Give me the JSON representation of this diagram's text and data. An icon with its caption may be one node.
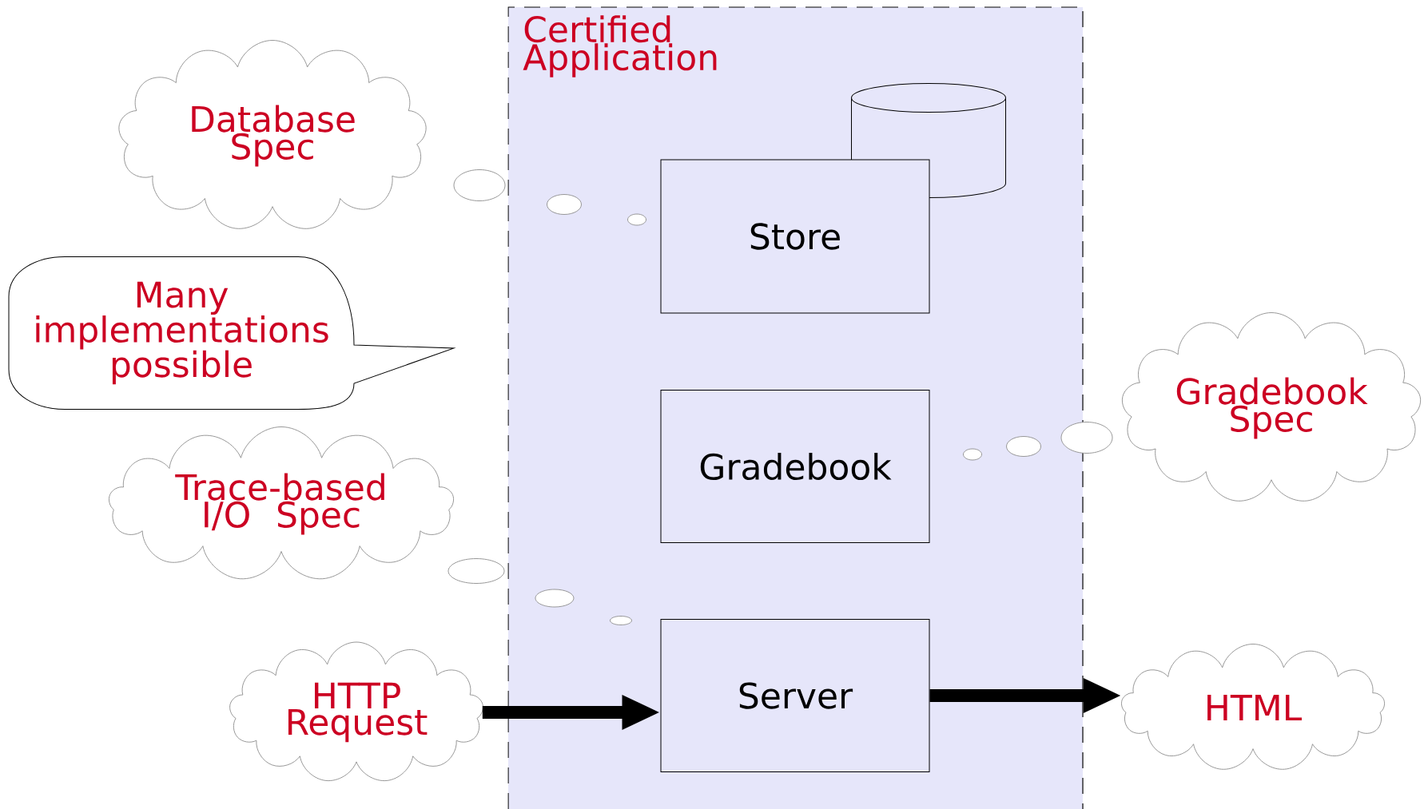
{
  "diagram": {
    "nodes": [
      {
        "text": [
          "Certified Application"
        ]
      },
      {
        "text": [],
        "shape": "cylinder",
        "in": 0
      },
      {
        "text": [
          "Store"
        ],
        "in": 0
      },
      {
        "text": [
          "Gradebook"
        ],
        "in": 0
      },
      {
        "text": [
          "Server"
        ],
        "in": 0
      },
      {
        "text": [
          "Database Spec"
        ]
      },
      {
        "text": [
          "Many implementations possible"
        ]
      },
      {
        "text": [
          "Trace-based I/O Spec"
        ]
      },
      {
        "text": [
          "Gradebook Spec"
        ]
      },
      {
        "text": [
          "HTTP Request"
        ]
      },
      {
        "text": [
          "HTML"
        ]
      }
    ],
    "edges": [
      {
        "from": 9,
        "to": 4,
        "arrow": "to"
      },
      {
        "from": 4,
        "to": 10,
        "arrow": "to"
      }
    ]
  }
}
